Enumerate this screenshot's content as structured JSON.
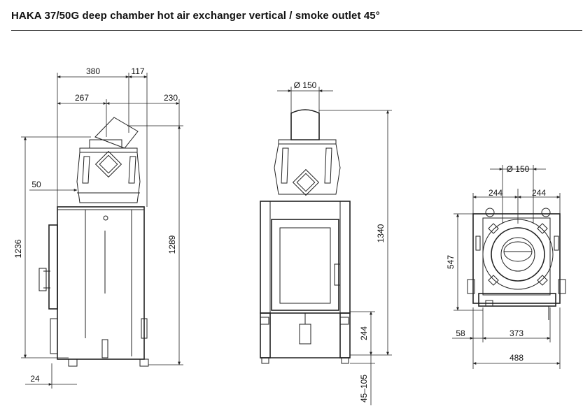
{
  "title": "HAKA 37/50G deep chamber hot air exchanger vertical / smoke outlet 45°",
  "side_view": {
    "dim_380": "380",
    "dim_117": "117",
    "dim_267": "267",
    "dim_230": "230",
    "dim_50": "50",
    "dim_1236": "1236",
    "dim_1289": "1289",
    "dim_24": "24"
  },
  "front_view": {
    "dim_d150": "Ø 150",
    "dim_1340": "1340",
    "dim_244": "244",
    "dim_45_105": "45–105"
  },
  "top_view": {
    "dim_d150": "Ø 150",
    "dim_244_left": "244",
    "dim_244_right": "244",
    "dim_547": "547",
    "dim_58": "58",
    "dim_373": "373",
    "dim_488": "488"
  }
}
